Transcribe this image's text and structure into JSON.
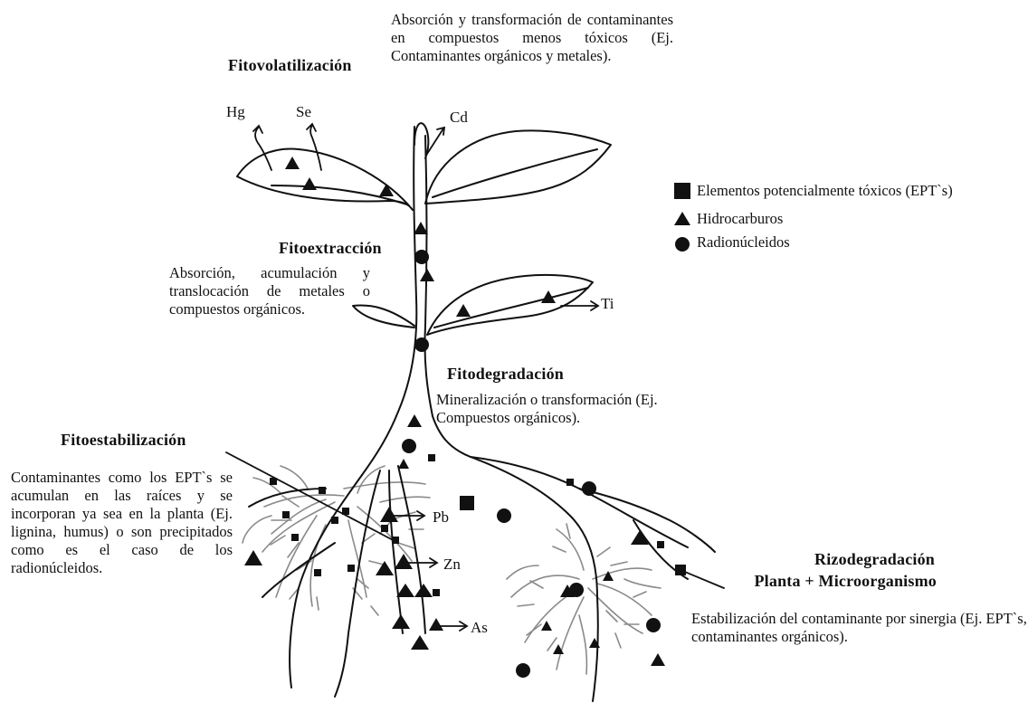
{
  "sections": {
    "fitovolatilizacion": {
      "title": "Fitovolatilización"
    },
    "transformacion": {
      "text": "Absorción y transformación de contaminantes en compuestos menos tóxicos (Ej. Contaminantes orgánicos y metales)."
    },
    "fitoextraccion": {
      "title": "Fitoextracción",
      "text": "Absorción, acumulación y translocación de metales o compuestos orgánicos."
    },
    "fitodegradacion": {
      "title": "Fitodegradación",
      "text": "Mineralización o transformación (Ej. Compuestos orgánicos)."
    },
    "fitoestabilizacion": {
      "title": "Fitoestabilización",
      "text": "Contaminantes como los EPT`s se acumulan en las raíces y se incorporan ya sea en la planta (Ej. lignina, humus) o son precipitados como es el caso de los radionúcleidos."
    },
    "rizodegradacion": {
      "title": "Rizodegradación",
      "subtitle": "Planta + Microorganismo",
      "text": "Estabilización del contaminante por sinergia (Ej. EPT`s, contaminantes orgánicos)."
    }
  },
  "elements": {
    "hg": "Hg",
    "se": "Se",
    "cd": "Cd",
    "ti": "Ti",
    "pb": "Pb",
    "zn": "Zn",
    "as": "As"
  },
  "legend": [
    {
      "symbol": "square",
      "label": "Elementos potencialmente tóxicos (EPT`s)"
    },
    {
      "symbol": "triangle",
      "label": "Hidrocarburos"
    },
    {
      "symbol": "circle",
      "label": "Radionúcleidos"
    }
  ]
}
